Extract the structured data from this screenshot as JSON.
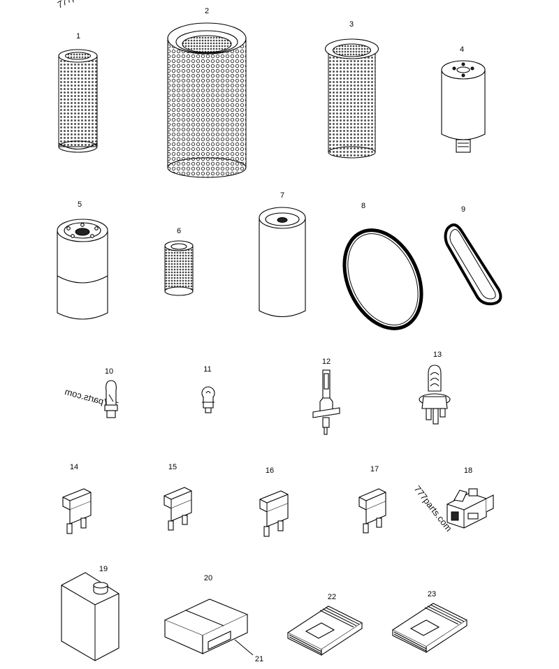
{
  "part_numbers": [
    "1",
    "2",
    "3",
    "4",
    "5",
    "6",
    "7",
    "8",
    "9",
    "10",
    "11",
    "12",
    "13",
    "14",
    "15",
    "16",
    "17",
    "18",
    "19",
    "20",
    "21",
    "22",
    "23"
  ],
  "watermark": "777parts.com"
}
